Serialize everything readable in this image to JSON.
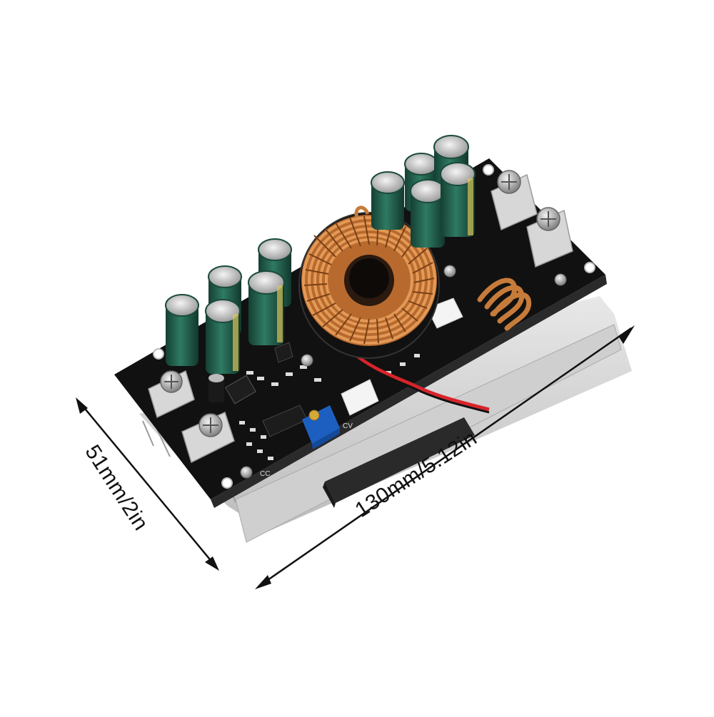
{
  "dimensions": {
    "width_label": "130mm/5.12in",
    "height_label": "51mm/2in"
  },
  "board": {
    "silkscreen_cc": "CC",
    "silkscreen_cv": "CV"
  },
  "colors": {
    "pcb": "#111111",
    "heatsink": "#d6d6d6",
    "copper": "#c77b3a",
    "capacitor": "#1f5a47",
    "potentiometer": "#1d5fc0",
    "wire_red": "#d8242a"
  }
}
